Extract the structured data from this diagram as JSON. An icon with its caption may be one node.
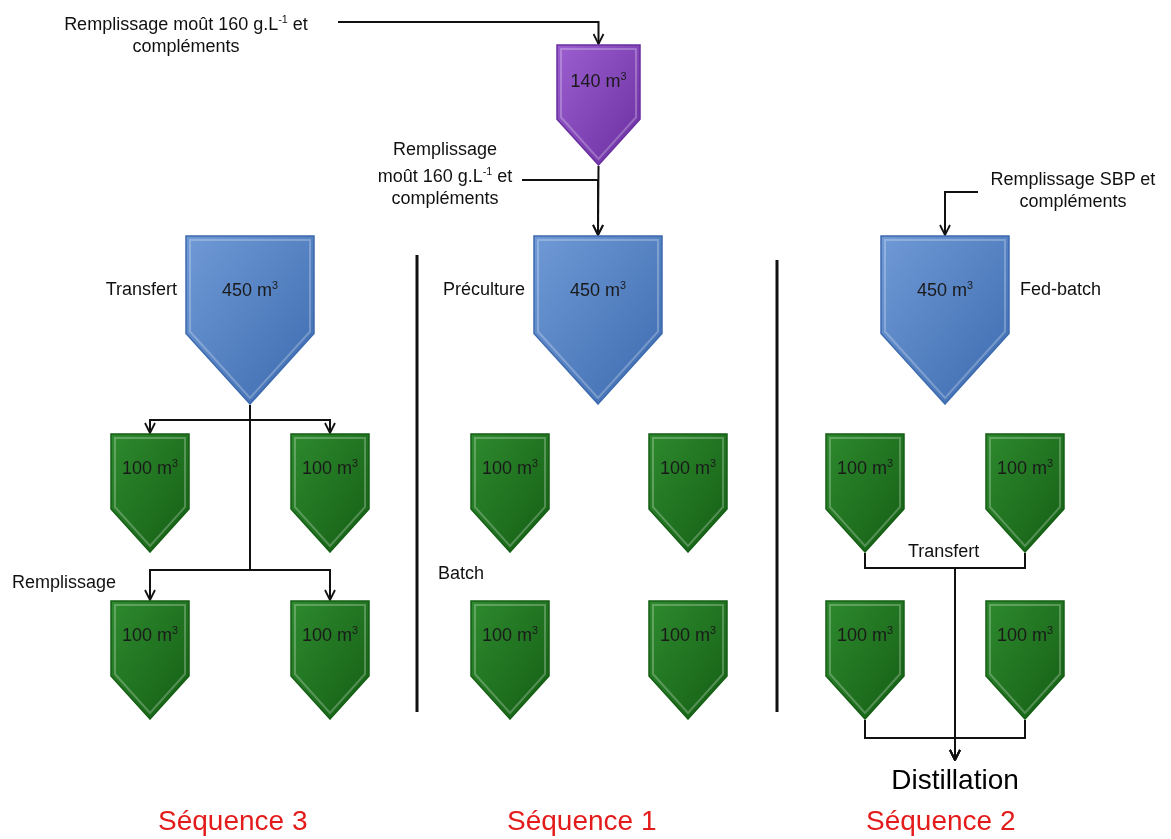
{
  "diagram": {
    "nodes": [
      {
        "text": [
          "Remplissage moût 160 g.L$^{-1}$ et compléments"
        ]
      },
      {
        "text": [
          "140 m$^{3}$"
        ]
      },
      {
        "text": [
          "Remplissage moût 160 g.L$^{-1}$ et compléments"
        ]
      },
      {
        "text": [
          "Remplissage SBP et compléments"
        ]
      },
      {
        "text": [
          "450 m$^{3}$"
        ],
        "beside": [
          "Transfert"
        ]
      },
      {
        "text": [
          "450 m$^{3}$"
        ],
        "beside": [
          "Préculture"
        ]
      },
      {
        "text": [
          "450 m$^{3}$"
        ],
        "beside": [
          "Fed-batch"
        ]
      },
      {
        "text": [
          "100 m$^{3}$"
        ]
      },
      {
        "text": [
          "100 m$^{3}$"
        ]
      },
      {
        "text": [
          "100 m$^{3}$"
        ]
      },
      {
        "text": [
          "100 m$^{3}$"
        ]
      },
      {
        "text": [
          "100 m$^{3}$"
        ]
      },
      {
        "text": [
          "100 m$^{3}$"
        ]
      },
      {
        "text": [
          "100 m$^{3}$"
        ]
      },
      {
        "text": [
          "100 m$^{3}$"
        ]
      },
      {
        "text": [
          "100 m$^{3}$"
        ]
      },
      {
        "text": [
          "100 m$^{3}$"
        ]
      },
      {
        "text": [
          "100 m$^{3}$"
        ]
      },
      {
        "text": [
          "100 m$^{3}$"
        ]
      },
      {
        "text": [
          "Distillation"
        ]
      }
    ],
    "edges": [
      {
        "from": 0,
        "to": 1,
        "arrow": "to"
      },
      {
        "from": 1,
        "to": 5,
        "arrow": "to"
      },
      {
        "from": 2,
        "to": 5,
        "arrow": "to"
      },
      {
        "from": 3,
        "to": 6,
        "arrow": "to"
      },
      {
        "from": 4,
        "to": 7,
        "arrow": "to"
      },
      {
        "from": 4,
        "to": 8,
        "arrow": "to"
      },
      {
        "from": 4,
        "to": 9,
        "arrow": "to"
      },
      {
        "from": 4,
        "to": 10,
        "arrow": "to"
      },
      {
        "from": 15,
        "to": 19,
        "arrow": "to"
      },
      {
        "from": 16,
        "to": 19,
        "arrow": "to"
      },
      {
        "from": 17,
        "to": 19,
        "arrow": "to"
      },
      {
        "from": 18,
        "to": 19,
        "arrow": "to"
      }
    ],
    "labels": [
      "Remplissage",
      "Batch",
      "Transfert",
      "Séquence 3",
      "Séquence 1",
      "Séquence 2"
    ]
  }
}
